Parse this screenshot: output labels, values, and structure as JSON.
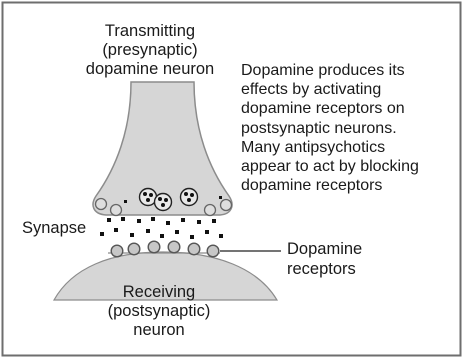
{
  "labels": {
    "transmitting": [
      "Transmitting",
      "(presynaptic)",
      "dopamine neuron"
    ],
    "explanation": [
      "Dopamine produces its",
      "effects by activating",
      "dopamine receptors on",
      "postsynaptic neurons.",
      "Many antipsychotics",
      "appear to act by blocking",
      "dopamine receptors"
    ],
    "synapse": "Synapse",
    "receptors": [
      "Dopamine",
      "receptors"
    ],
    "receiving": [
      "Receiving",
      "(postsynaptic)",
      "neuron"
    ]
  },
  "colors": {
    "frame": "#6e6e6e",
    "neuron_fill": "#d6d6d6",
    "neuron_stroke": "#8c8c8c",
    "vesicle_fill": "#e8e8e8",
    "receptor_fill": "#c7c7c7",
    "dot": "#111111",
    "text": "#1a1a1a"
  }
}
